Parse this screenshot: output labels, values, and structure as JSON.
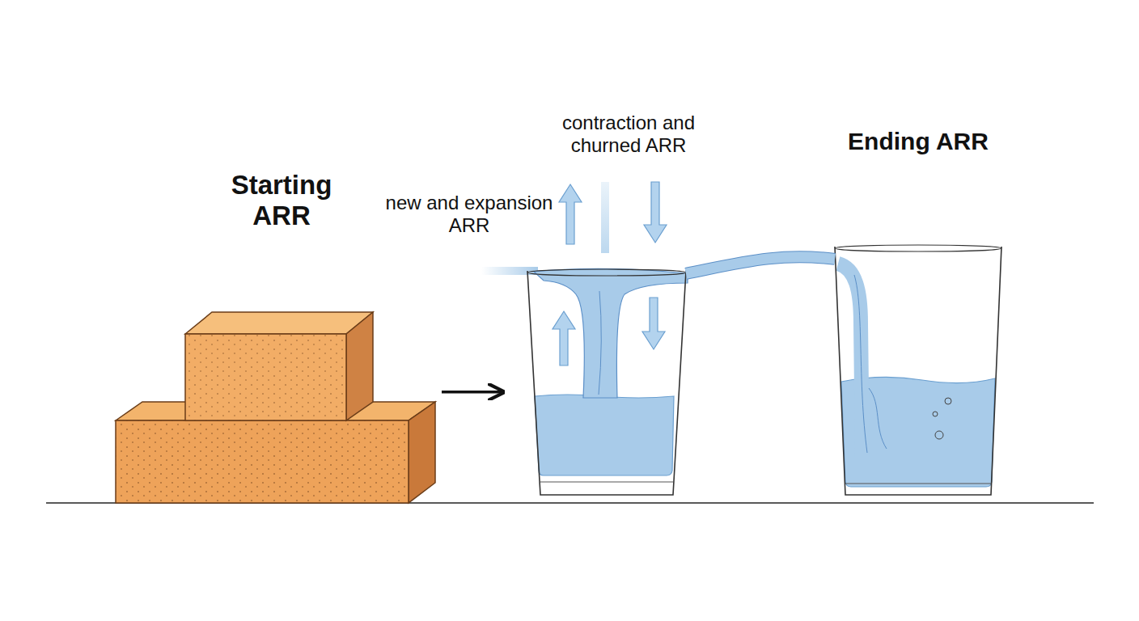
{
  "diagram": {
    "nodes": [
      {
        "text": [
          "Starting ARR"
        ]
      },
      {
        "text": [
          "new and expansion ARR",
          "contraction and churned ARR"
        ]
      },
      {
        "text": [
          "Ending ARR"
        ]
      }
    ],
    "edges": [
      {
        "from": 0,
        "to": 1,
        "arrow": "to"
      },
      {
        "from": 1,
        "to": 2,
        "arrow": "none"
      }
    ]
  }
}
